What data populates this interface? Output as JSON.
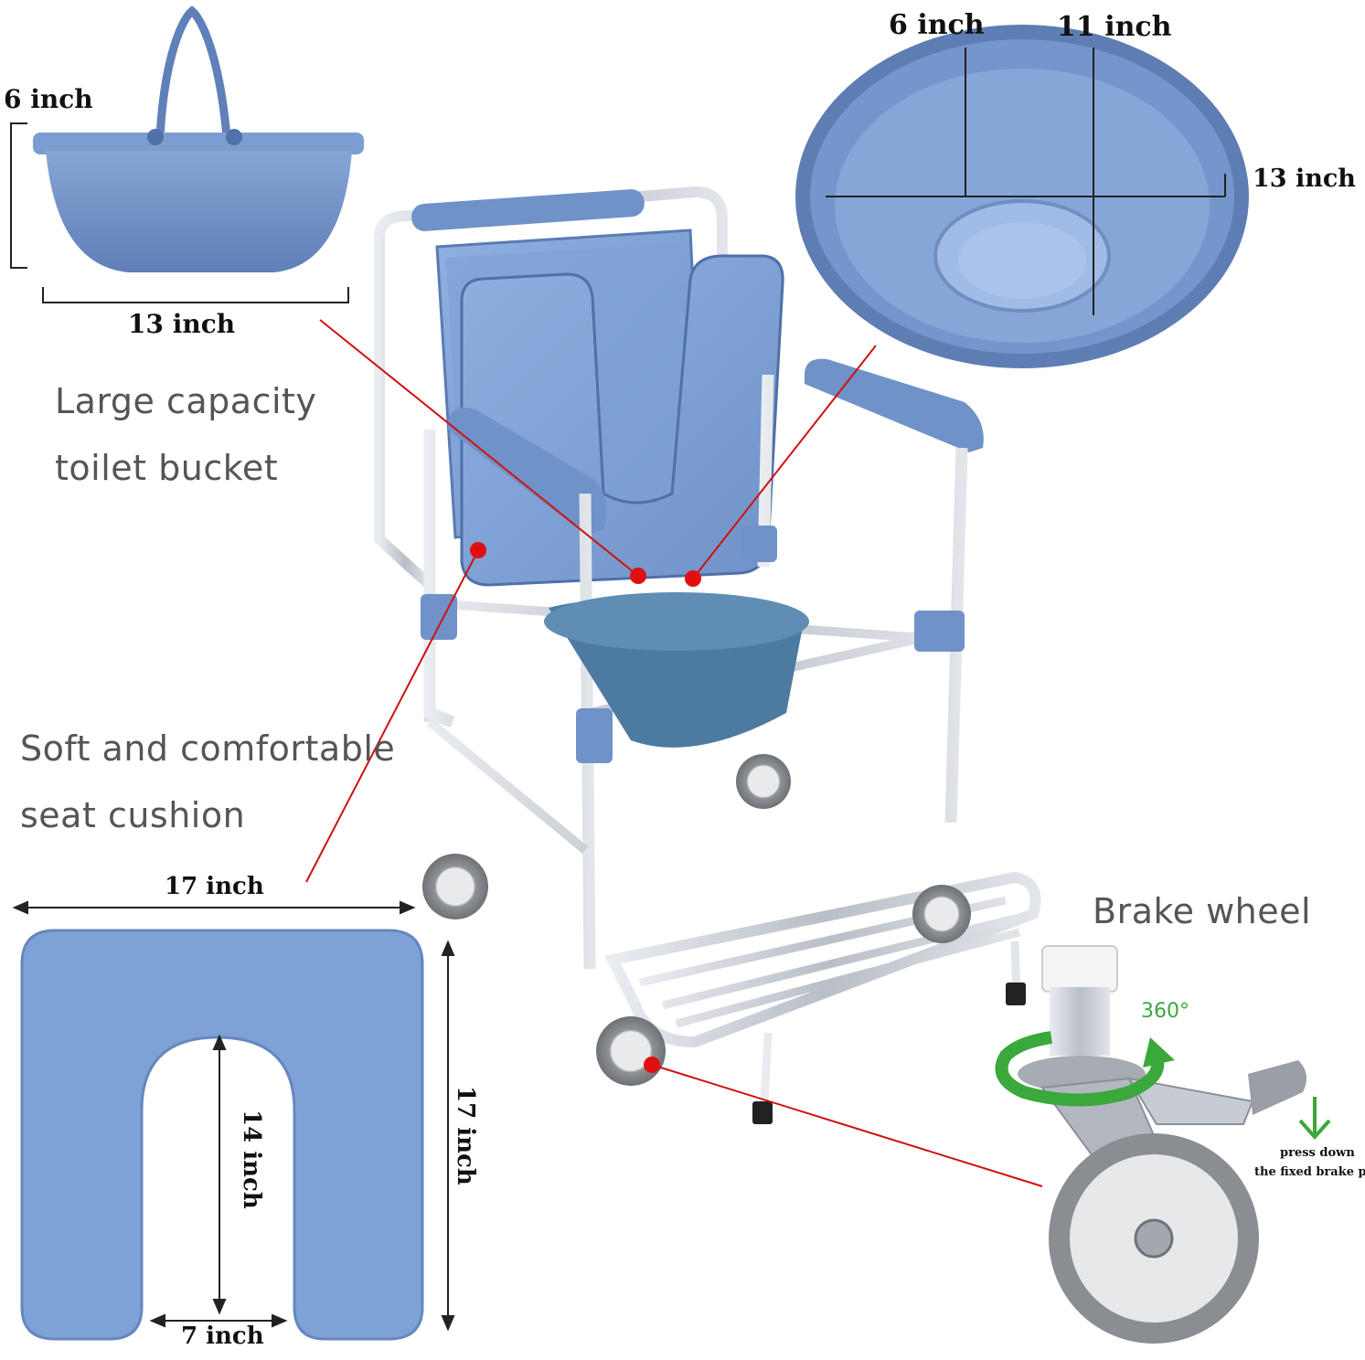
{
  "colors": {
    "plastic_blue": "#6f8fc4",
    "seat_blue": "#7fa2d6",
    "frame_silver": "#c9ced6",
    "pointer_red": "#d01010",
    "rotation_green": "#3aa83a"
  },
  "bucket_side": {
    "height_label": "6 inch",
    "width_label": "13 inch"
  },
  "bucket_top": {
    "depth_label": "6 inch",
    "length_label": "11 inch",
    "width_label": "13 inch"
  },
  "features": {
    "bucket_title_line1": "Large capacity",
    "bucket_title_line2": "toilet bucket",
    "cushion_title_line1": "Soft and comfortable",
    "cushion_title_line2": "seat cushion",
    "brake_title": "Brake wheel"
  },
  "cushion": {
    "width_label": "17 inch",
    "height_label": "17 inch",
    "slot_length_label": "14 inch",
    "slot_width_label": "7 inch"
  },
  "brake": {
    "rotation_label": "360°",
    "press_line1": "press down",
    "press_line2": "the fixed brake pad"
  },
  "icons": [
    "commode-chair-icon",
    "rotation-arrow-icon",
    "down-arrow-icon",
    "caster-wheel-icon"
  ]
}
